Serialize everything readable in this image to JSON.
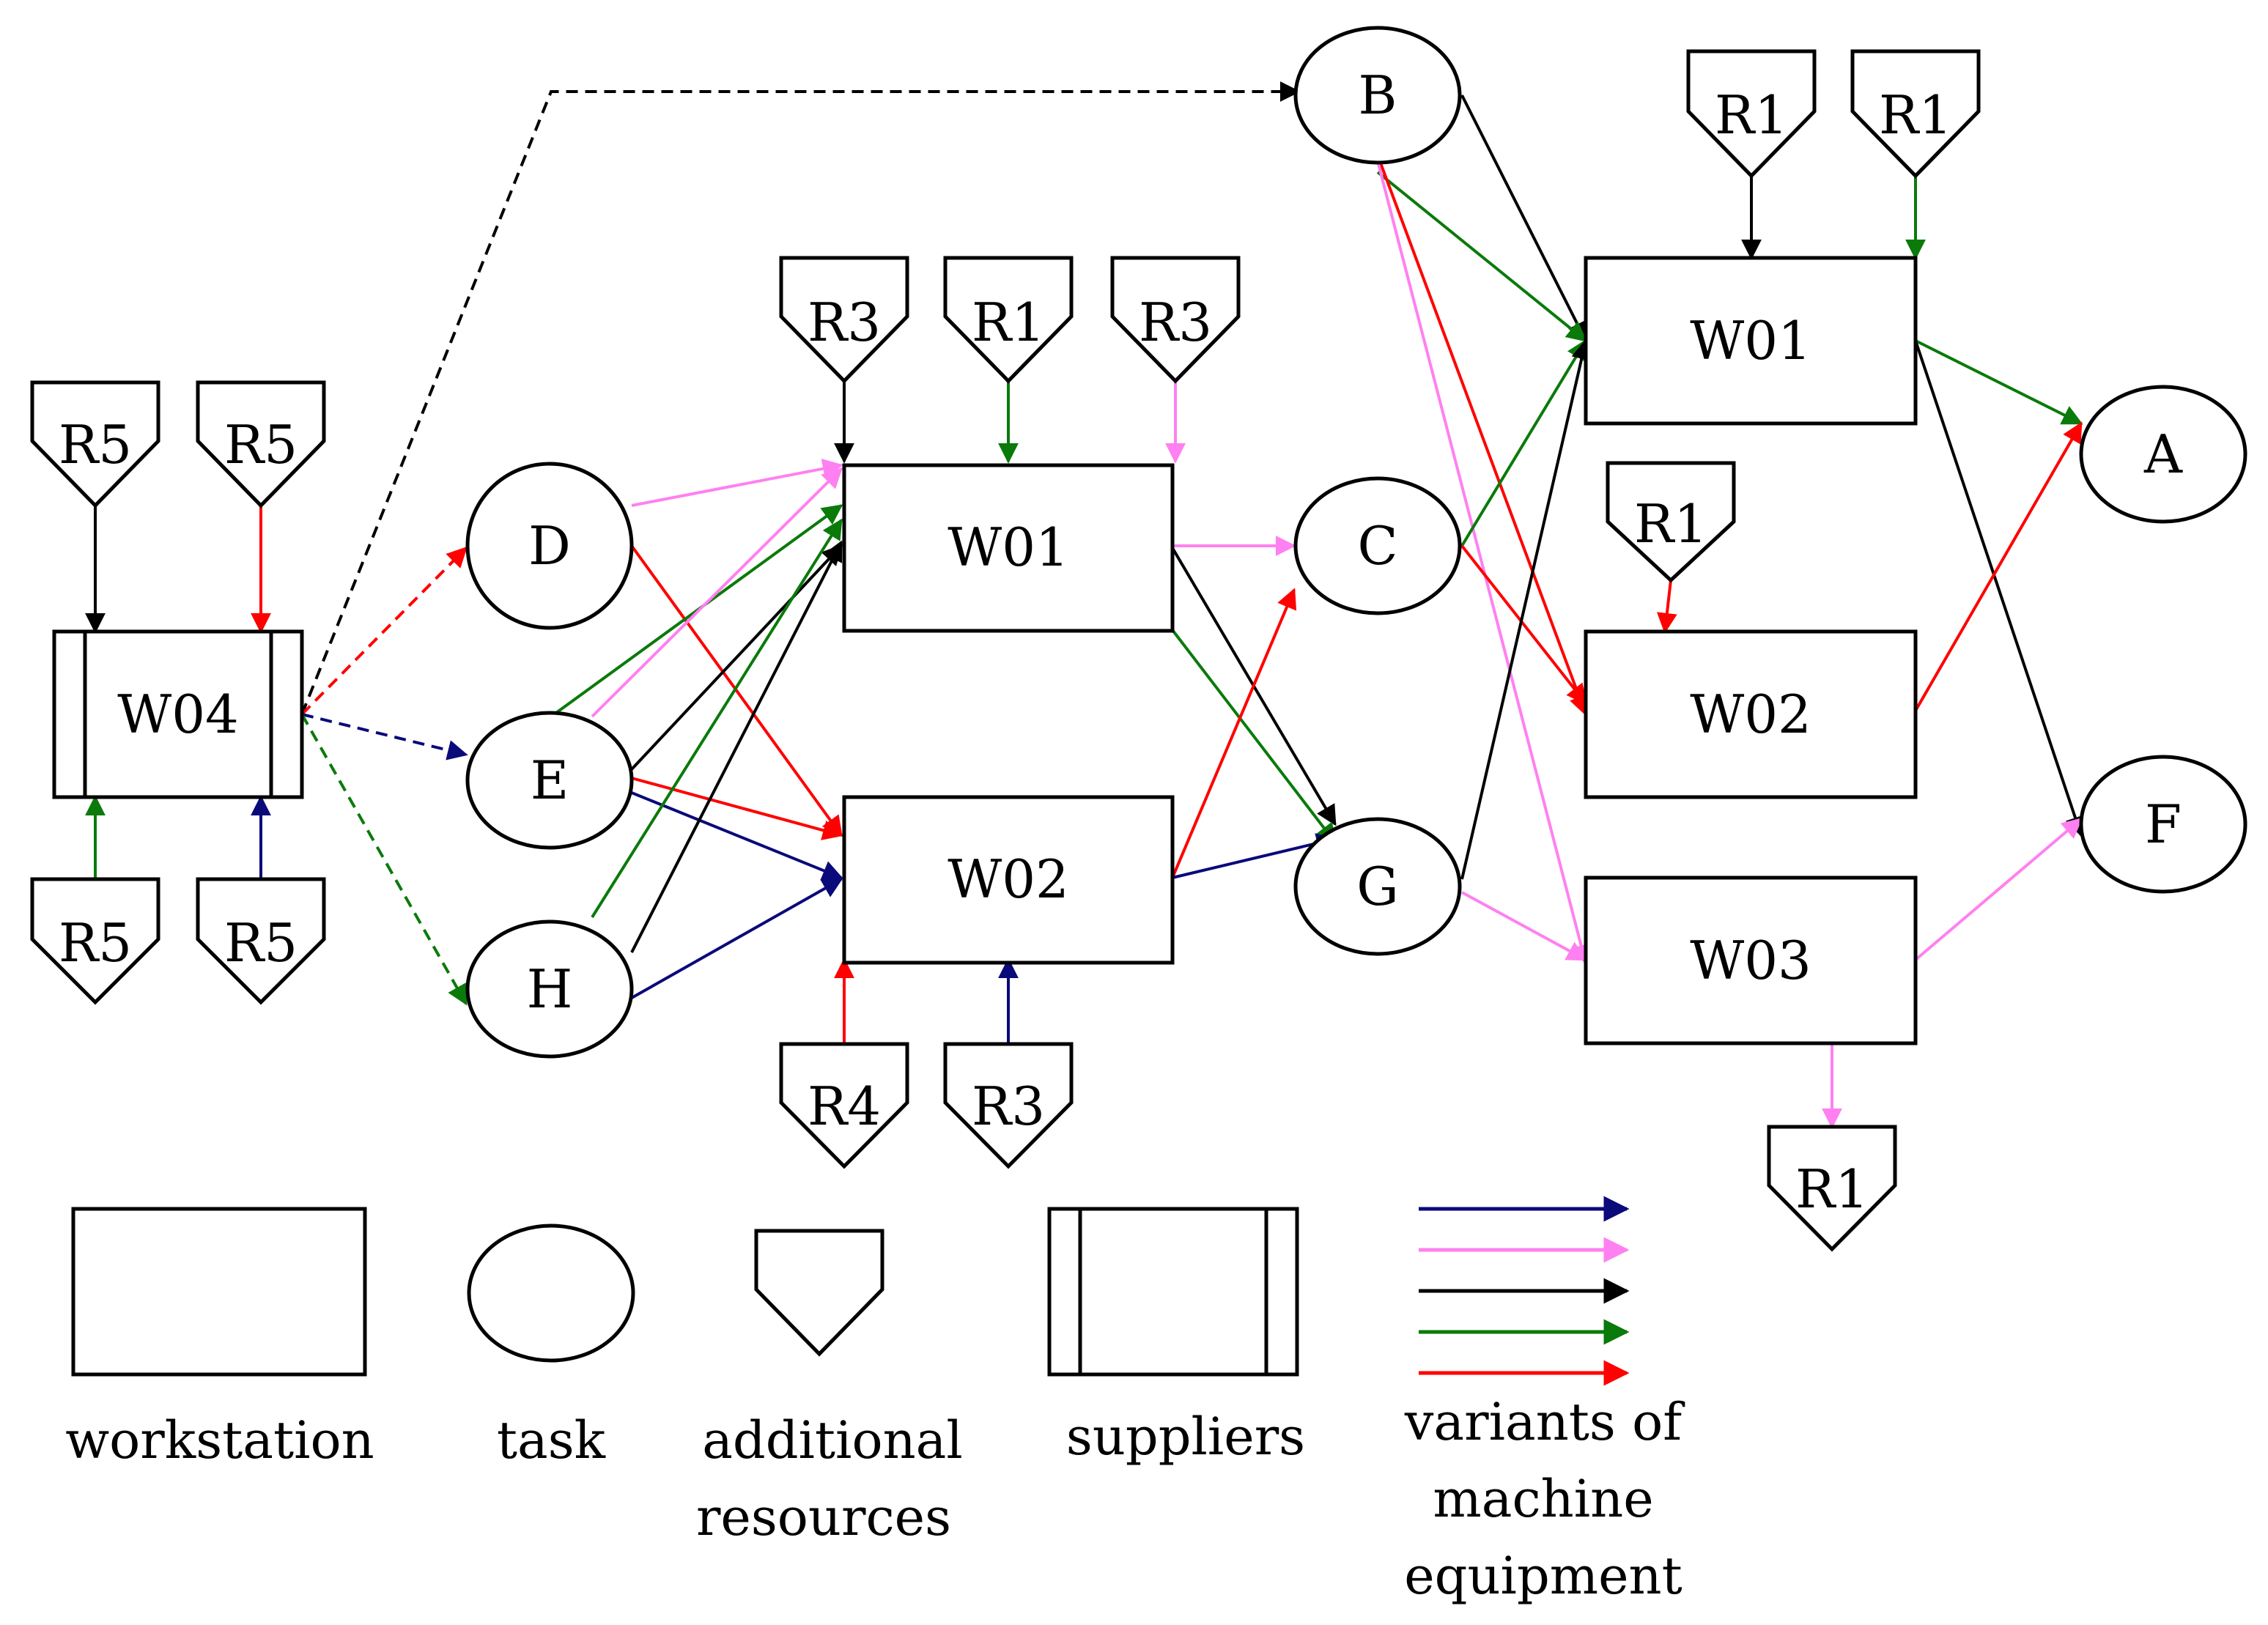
{
  "colors": {
    "navy": "#0a0a7a",
    "pink": "#ff80f0",
    "black": "#000000",
    "green": "#0a7a0a",
    "red": "#ff0000"
  },
  "workstations": [
    {
      "id": "w01-left",
      "label": "W01"
    },
    {
      "id": "w02-left",
      "label": "W02"
    },
    {
      "id": "w01-right",
      "label": "W01"
    },
    {
      "id": "w02-right",
      "label": "W02"
    },
    {
      "id": "w03-right",
      "label": "W03"
    }
  ],
  "supplier": {
    "label": "W04"
  },
  "tasks": [
    {
      "id": "b",
      "label": "B"
    },
    {
      "id": "d",
      "label": "D"
    },
    {
      "id": "e",
      "label": "E"
    },
    {
      "id": "h",
      "label": "H"
    },
    {
      "id": "c",
      "label": "C"
    },
    {
      "id": "g",
      "label": "G"
    },
    {
      "id": "a",
      "label": "A"
    },
    {
      "id": "f",
      "label": "F"
    }
  ],
  "resources": [
    {
      "id": "r5-top-1",
      "label": "R5"
    },
    {
      "id": "r5-top-2",
      "label": "R5"
    },
    {
      "id": "r5-bot-1",
      "label": "R5"
    },
    {
      "id": "r5-bot-2",
      "label": "R5"
    },
    {
      "id": "r3-top-1",
      "label": "R3"
    },
    {
      "id": "r1-top-mid",
      "label": "R1"
    },
    {
      "id": "r3-top-2",
      "label": "R3"
    },
    {
      "id": "r4-bot",
      "label": "R4"
    },
    {
      "id": "r3-bot",
      "label": "R3"
    },
    {
      "id": "r1-top-right-1",
      "label": "R1"
    },
    {
      "id": "r1-top-right-2",
      "label": "R1"
    },
    {
      "id": "r1-mid-right",
      "label": "R1"
    },
    {
      "id": "r1-bot-right",
      "label": "R1"
    }
  ],
  "legend": {
    "workstation": "workstation",
    "task": "task",
    "additional_resources": [
      "additional",
      "resources"
    ],
    "suppliers": "suppliers",
    "variants": [
      "variants of",
      "machine",
      "equipment"
    ]
  }
}
